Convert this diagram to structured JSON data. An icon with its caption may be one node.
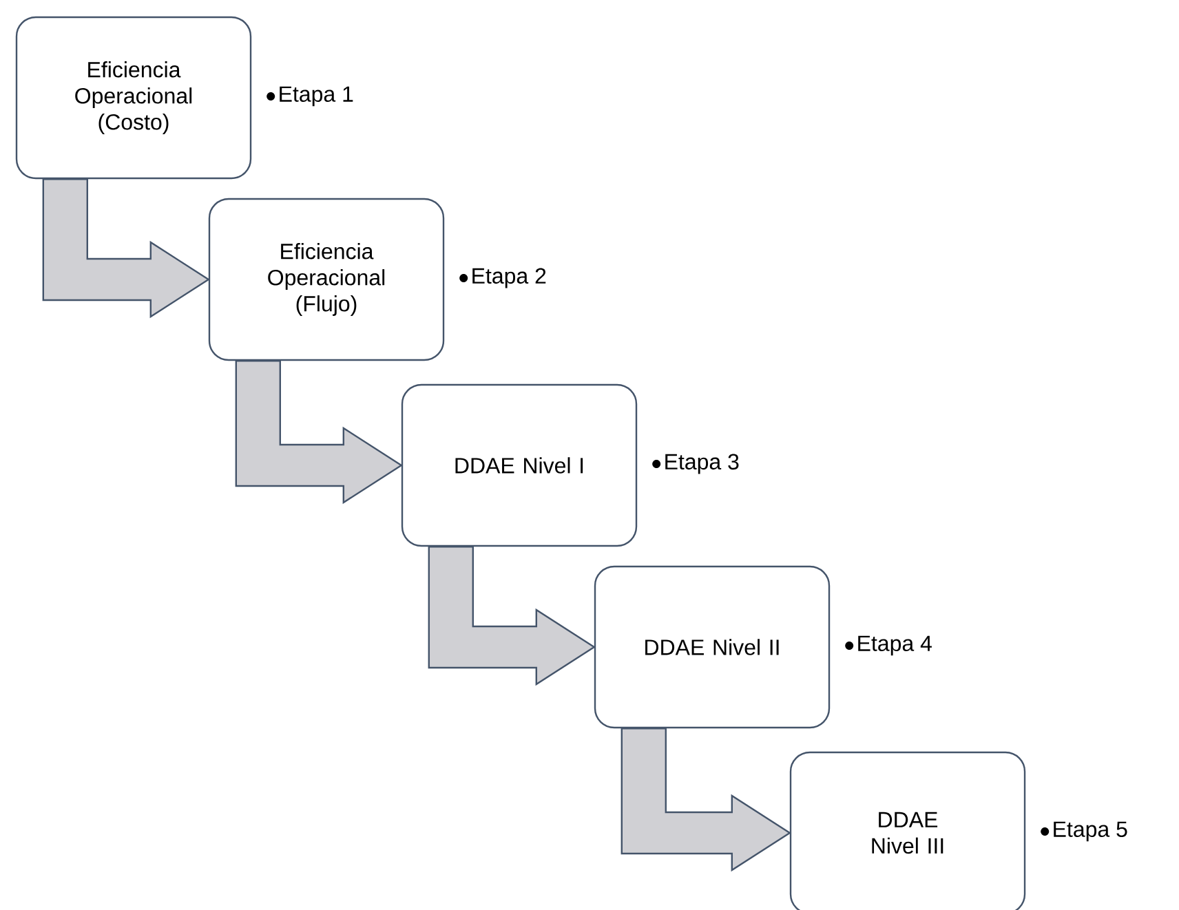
{
  "diagram": {
    "nodes": [
      {
        "text": [
          "Eficiencia Operacional (Costo)"
        ],
        "beside": [
          "Etapa 1"
        ]
      },
      {
        "text": [
          "Eficiencia Operacional (Flujo)"
        ],
        "beside": [
          "Etapa 2"
        ]
      },
      {
        "text": [
          "DDAE Nivel I"
        ],
        "beside": [
          "Etapa 3"
        ]
      },
      {
        "text": [
          "DDAE Nivel II"
        ],
        "beside": [
          "Etapa 4"
        ]
      },
      {
        "text": [
          "DDAE Nivel III"
        ],
        "beside": [
          "Etapa 5"
        ]
      }
    ],
    "edges": [
      {
        "from": 0,
        "to": 1,
        "arrow": "to"
      },
      {
        "from": 1,
        "to": 2,
        "arrow": "to"
      },
      {
        "from": 2,
        "to": 3,
        "arrow": "to"
      },
      {
        "from": 3,
        "to": 4,
        "arrow": "to"
      }
    ]
  }
}
